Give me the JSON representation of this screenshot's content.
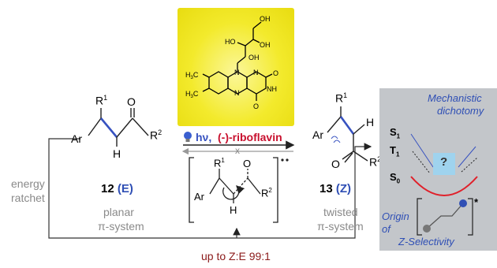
{
  "left_compound": {
    "number": "12",
    "isomer": "(E)",
    "desc_line1": "planar",
    "desc_line2": "π-system",
    "ar": "Ar",
    "r1": "R",
    "r1_sup": "1",
    "r2": "R",
    "r2_sup": "2",
    "h": "H",
    "o": "O"
  },
  "right_compound": {
    "number": "13",
    "isomer": "(Z)",
    "desc_line1": "twisted",
    "desc_line2": "π-system",
    "ar": "Ar",
    "r1": "R",
    "r1_sup": "1",
    "r2": "R",
    "r2_sup": "2",
    "h": "H",
    "o": "O"
  },
  "intermediate": {
    "ar": "Ar",
    "r1": "R",
    "r1_sup": "1",
    "r2": "R",
    "r2_sup": "2",
    "h": "H",
    "o": "O"
  },
  "catalyst": {
    "hv": "hν,",
    "name": "(-)-riboflavin",
    "ring_labels": {
      "me_top": "H",
      "me_top_sub": "3",
      "me_top_c": "C",
      "me_bot": "H",
      "me_bot_sub": "3",
      "me_bot_c": "C",
      "n1": "N",
      "n2": "N",
      "n3": "N",
      "nh": "NH",
      "o1": "O",
      "o2": "O",
      "oh1": "OH",
      "oh2": "OH",
      "oh3": "HO",
      "oh4": "OH"
    }
  },
  "reverse_arrow_mark": "x",
  "energy_label_line1": "energy",
  "energy_label_line2": "ratchet",
  "bottom_label": "up to Z:E 99:1",
  "mechanism_panel": {
    "title_line1": "Mechanistic",
    "title_line2": "dichotomy",
    "s1": "S",
    "s1_sub": "1",
    "t1": "T",
    "t1_sub": "1",
    "s0": "S",
    "s0_sub": "0",
    "question": "?",
    "origin_line1": "Origin",
    "origin_line2": "of",
    "origin_line3": "Z-Selectivity",
    "star": "*"
  },
  "colors": {
    "catalyst_bg": "#f3ea2c",
    "blue_bond": "#3752c0",
    "red_text": "#c8102e",
    "grey_text": "#8a8a8a",
    "panel_bg": "#c3c6ca",
    "panel_box": "#9fd3ee",
    "arc_red": "#e0202a"
  }
}
